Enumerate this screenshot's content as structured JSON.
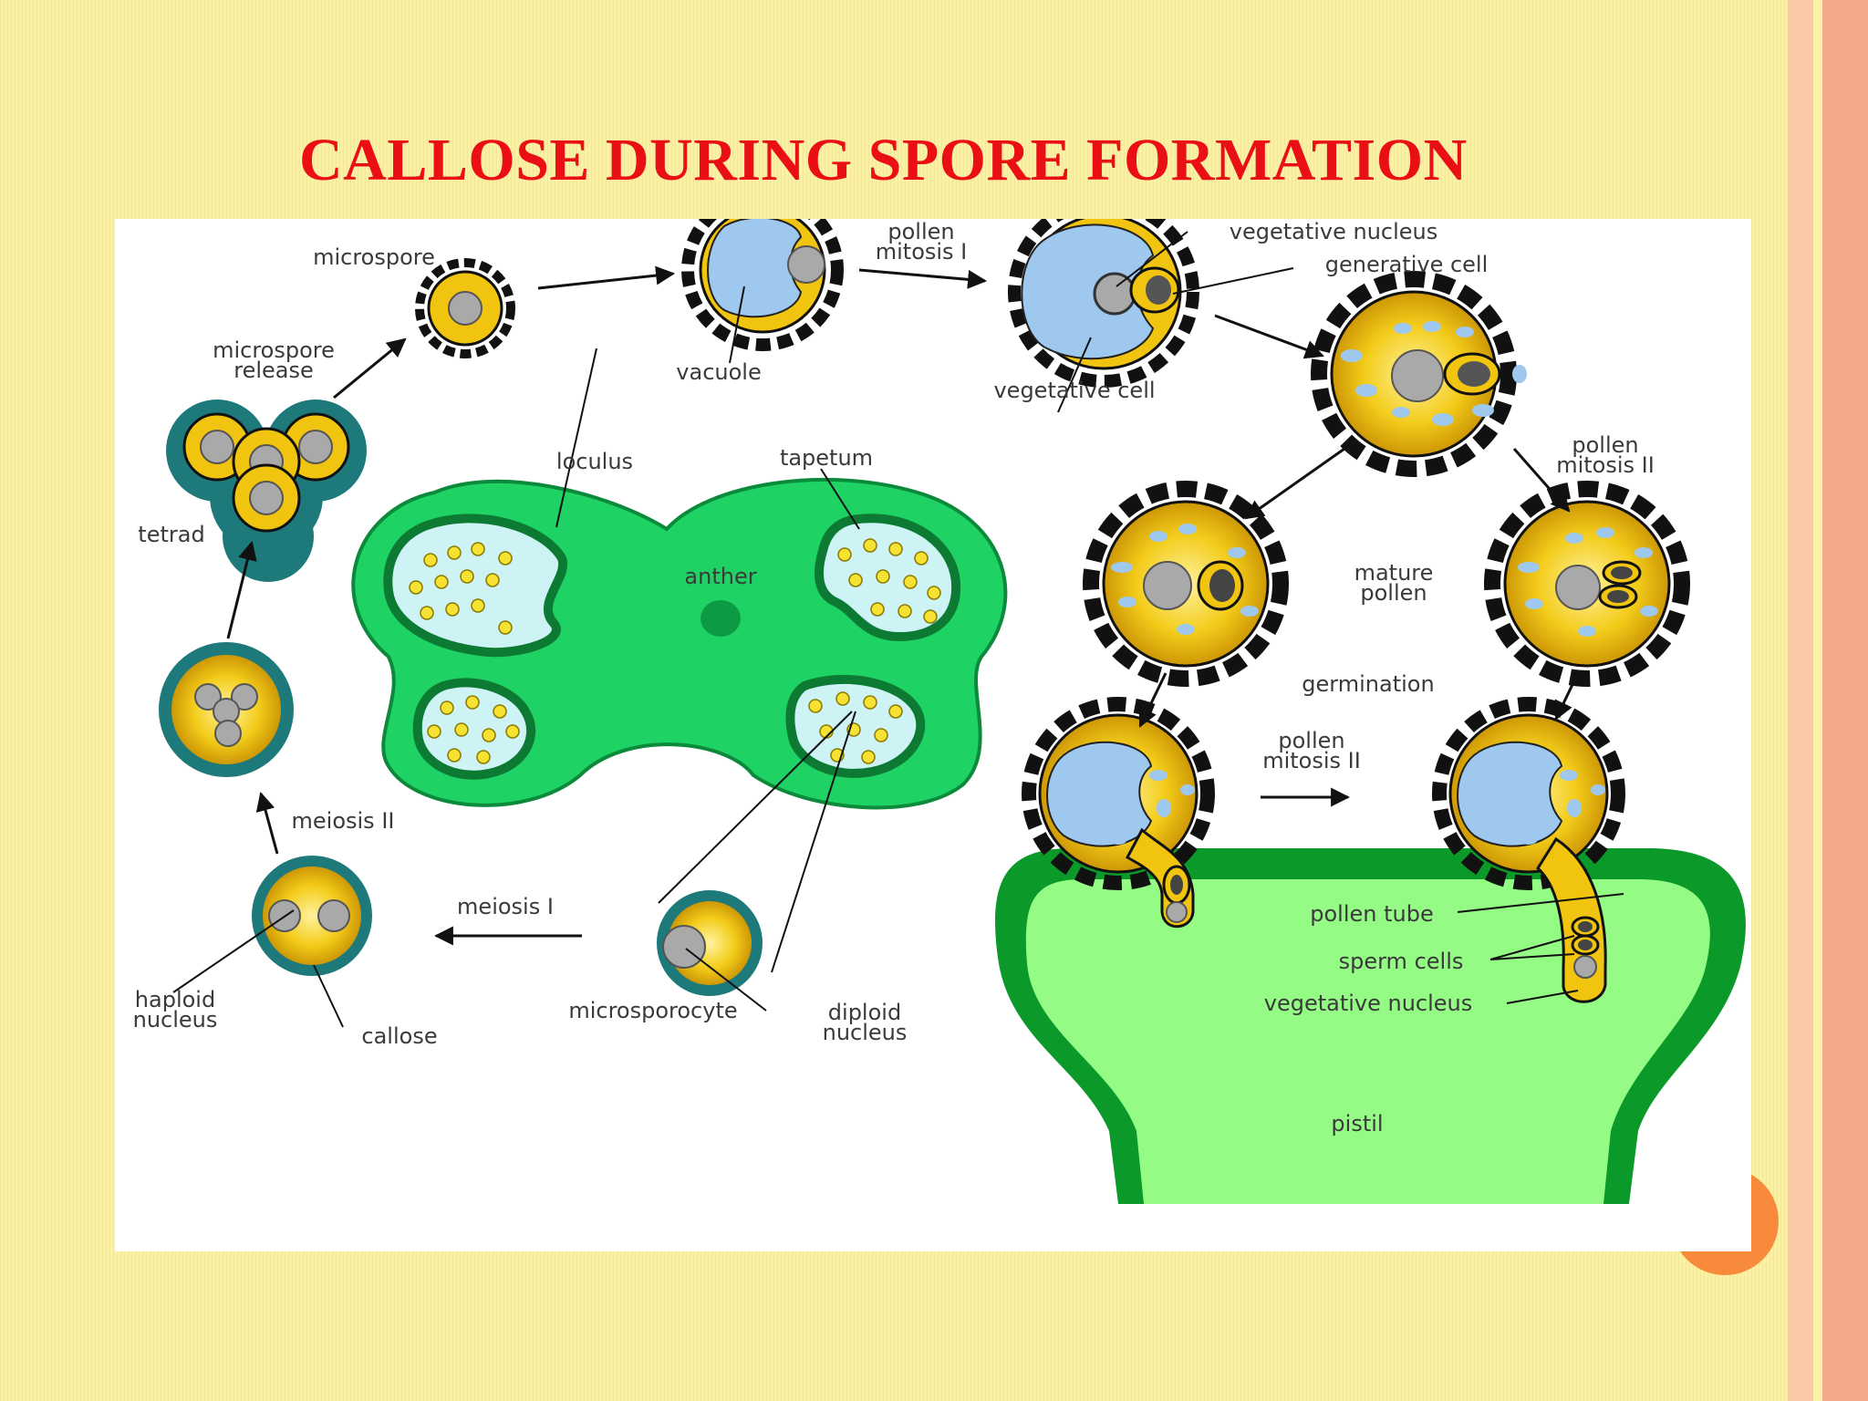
{
  "slide": {
    "title": "CALLOSE DURING SPORE FORMATION"
  },
  "diagram": {
    "labels": {
      "microspore": "microspore",
      "microspore_release_1": "microspore",
      "microspore_release_2": "release",
      "tetrad": "tetrad",
      "meiosis_ii": "meiosis II",
      "meiosis_i": "meiosis I",
      "haploid_1": "haploid",
      "haploid_2": "nucleus",
      "callose": "callose",
      "microsporocyte": "microsporocyte",
      "diploid_1": "diploid",
      "diploid_2": "nucleus",
      "loculus": "loculus",
      "tapetum": "tapetum",
      "anther": "anther",
      "vacuole": "vacuole",
      "pollen_mitosis_i_1": "pollen",
      "pollen_mitosis_i_2": "mitosis I",
      "vegetative_nucleus_top": "vegetative nucleus",
      "generative_cell": "generative cell",
      "vegetative_cell": "vegetative cell",
      "pollen_mitosis_ii_right_1": "pollen",
      "pollen_mitosis_ii_right_2": "mitosis II",
      "mature_pollen_1": "mature",
      "mature_pollen_2": "pollen",
      "germination": "germination",
      "pollen_mitosis_ii_bottom_1": "pollen",
      "pollen_mitosis_ii_bottom_2": "mitosis II",
      "pollen_tube": "pollen tube",
      "sperm_cells": "sperm cells",
      "vegetative_nucleus_bottom": "vegetative nucleus",
      "pistil": "pistil"
    },
    "colors": {
      "callose": "#1e7a7a",
      "cytoplasm": "#f1c40f",
      "nucleus": "#a9a9a9",
      "vacuole": "#9fc8ef",
      "anther": "#1fd264",
      "pistil": "#94fb85",
      "exine": "#111111"
    }
  }
}
